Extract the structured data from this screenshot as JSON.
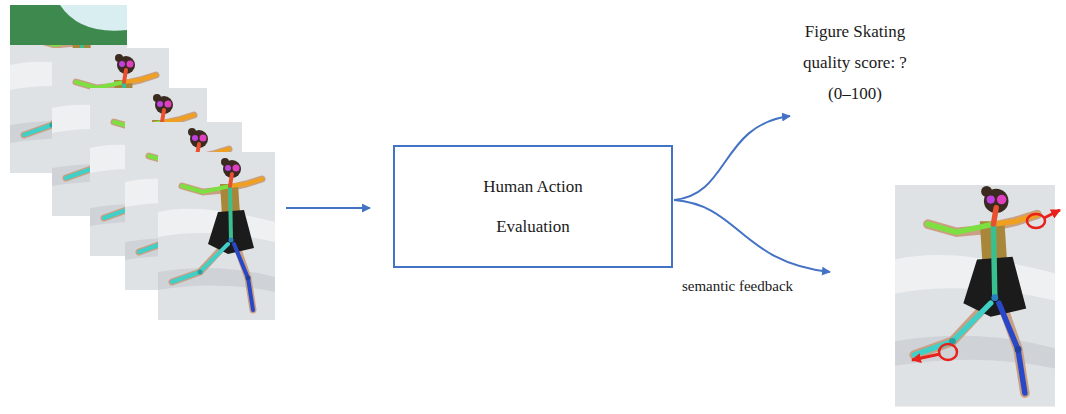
{
  "diagram": {
    "nodes": [
      {
        "text": [
          "Human Action Evaluation"
        ]
      }
    ],
    "edges": [],
    "labels": [
      "Figure Skating quality score: ? (0–100)",
      "semantic feedback"
    ]
  }
}
